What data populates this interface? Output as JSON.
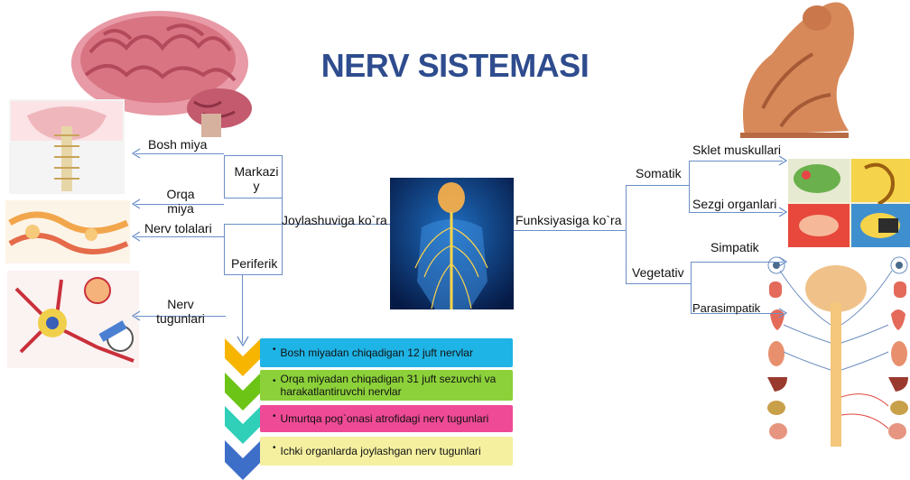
{
  "title": "NERV SISTEMASI",
  "left": {
    "root": "Joylashuviga ko`ra",
    "branches": [
      "Markaziy",
      "Periferik"
    ],
    "central_leaves": [
      "Bosh miya",
      "Orqa miya"
    ],
    "peripheral_leaves": [
      "Nerv tolalari",
      "Nerv tugunlari"
    ]
  },
  "right": {
    "root": "Funksiyasiga ko`ra",
    "branches": [
      "Somatik",
      "Vegetativ"
    ],
    "somatic_leaves": [
      "Sklet muskullari",
      "Sezgi organlari"
    ],
    "vegetative_leaves": [
      "Simpatik",
      "Parasimpatik"
    ]
  },
  "list": [
    {
      "text": "Bosh miyadan chiqadigan 12 juft nervlar",
      "color": "#1fb4e6",
      "chevron": "#f7b500"
    },
    {
      "text": "Orqa miyadan chiqadigan 31 juft sezuvchi va harakatlantiruvchi nervlar",
      "color": "#8cd13a",
      "chevron": "#6cc417"
    },
    {
      "text": "Umurtqa pog`onasi atrofidagi nerv tugunlari",
      "color": "#ef4a96",
      "chevron": "#2fcfb8"
    },
    {
      "text": "Ichki organlarda joylashgan nerv tugunlari",
      "color": "#f4f0a0",
      "chevron": "#3d6fc9"
    }
  ],
  "colors": {
    "title": "#2e4c8e",
    "connector": "#6b8fc7"
  }
}
